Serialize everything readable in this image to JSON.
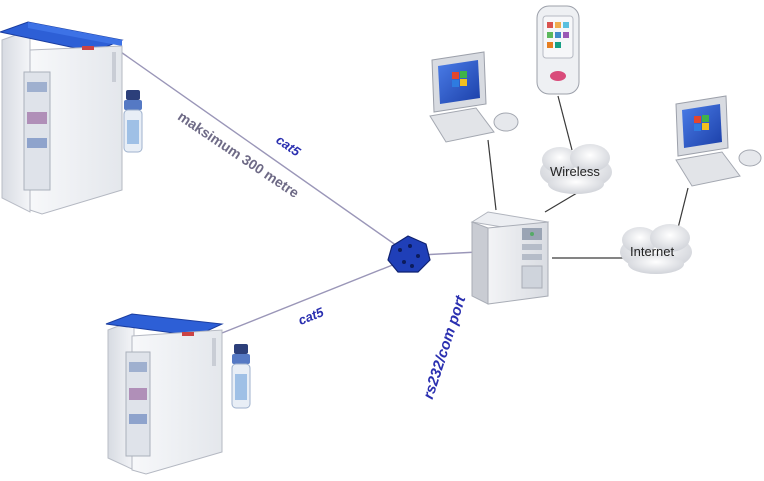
{
  "labels": {
    "cable_top": "cat5",
    "max_distance": "maksimum 300 metre",
    "cable_bottom": "cat5",
    "serial_port": "rs232/com port",
    "wireless": "Wireless",
    "internet": "Internet"
  },
  "colors": {
    "line": "#9a96b8",
    "link_line": "#3a3a3a",
    "fridge_body": "#eef0f3",
    "fridge_top": "#2d5fd6",
    "label_blue": "#2a2fb0",
    "label_gray": "#6e6a86",
    "hub": "#1f3fb8"
  },
  "icons": {
    "fridge": "laboratory-fridge-icon",
    "vial": "vaccine-vial-icon",
    "hub": "network-hub-icon",
    "server": "server-tower-icon",
    "pc": "desktop-computer-icon",
    "phone": "mobile-phone-icon",
    "cloud": "cloud-icon"
  }
}
